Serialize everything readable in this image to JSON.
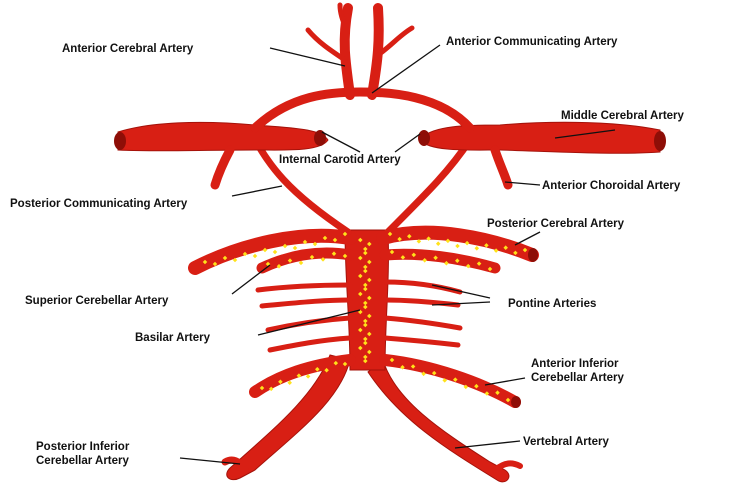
{
  "labels": {
    "anterior_cerebral": "Anterior Cerebral Artery",
    "anterior_communicating": "Anterior Communicating Artery",
    "middle_cerebral": "Middle Cerebral Artery",
    "internal_carotid": "Internal Carotid Artery",
    "anterior_choroidal": "Anterior Choroidal Artery",
    "posterior_communicating": "Posterior Communicating Artery",
    "posterior_cerebral": "Posterior Cerebral Artery",
    "superior_cerebellar": "Superior Cerebellar Artery",
    "pontine": "Pontine Arteries",
    "basilar": "Basilar Artery",
    "aica_line1": "Anterior Inferior",
    "aica_line2": "Cerebellar Artery",
    "vertebral": "Vertebral Artery",
    "pica_line1": "Posterior Inferior",
    "pica_line2": "Cerebellar Artery"
  },
  "colors": {
    "artery": "#d81f14",
    "artery_dark": "#a5120a",
    "dots": "#ffe21a",
    "text": "#111111"
  }
}
